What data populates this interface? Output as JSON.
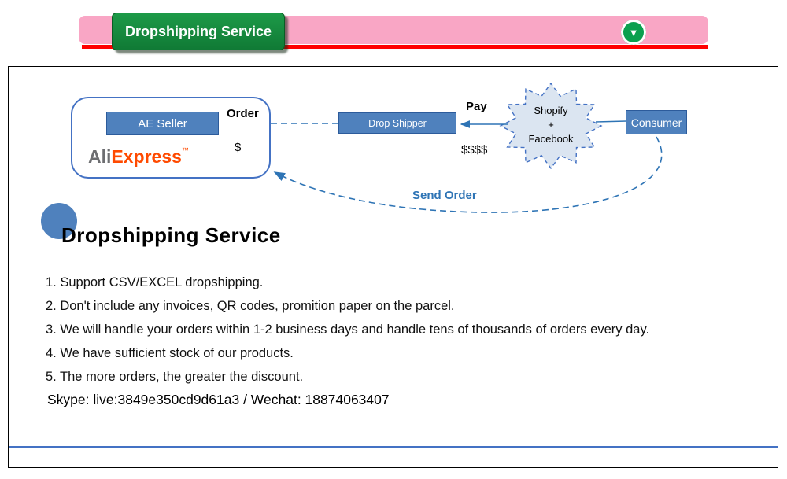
{
  "banner": {
    "button_label": "Dropshipping Service",
    "arrow_icon": "▼"
  },
  "diagram": {
    "ae_seller_label": "AE Seller",
    "aliexpress_ali": "Ali",
    "aliexpress_express": "Express",
    "aliexpress_tm": "™",
    "order_label": "Order",
    "dollar_label": "$",
    "drop_shipper_label": "Drop Shipper",
    "pay_label": "Pay",
    "dollars_label": "$$$$",
    "platform_line1": "Shopify",
    "platform_line2": "+",
    "platform_line3": "Facebook",
    "consumer_label": "Consumer",
    "send_order_label": "Send Order"
  },
  "section": {
    "heading": "Dropshipping Service",
    "items": [
      "1. Support CSV/EXCEL dropshipping.",
      "2. Don't include any invoices, QR codes, promition paper on the parcel.",
      "3. We will handle your orders within 1-2 business days and handle tens of thousands of orders every day.",
      "4. We have sufficient stock of our products.",
      "5. The more orders, the greater the discount."
    ],
    "contact": "Skype: live:3849e350cd9d61a3 / Wechat: 18874063407"
  },
  "colors": {
    "banner_pink": "#f9a6c5",
    "banner_red": "#ff0000",
    "button_green": "#107a35",
    "box_blue": "#4f81bd",
    "accent_blue": "#2e74b5",
    "star_fill": "#dbe5f1",
    "aliexpress_orange": "#ff4a00"
  }
}
